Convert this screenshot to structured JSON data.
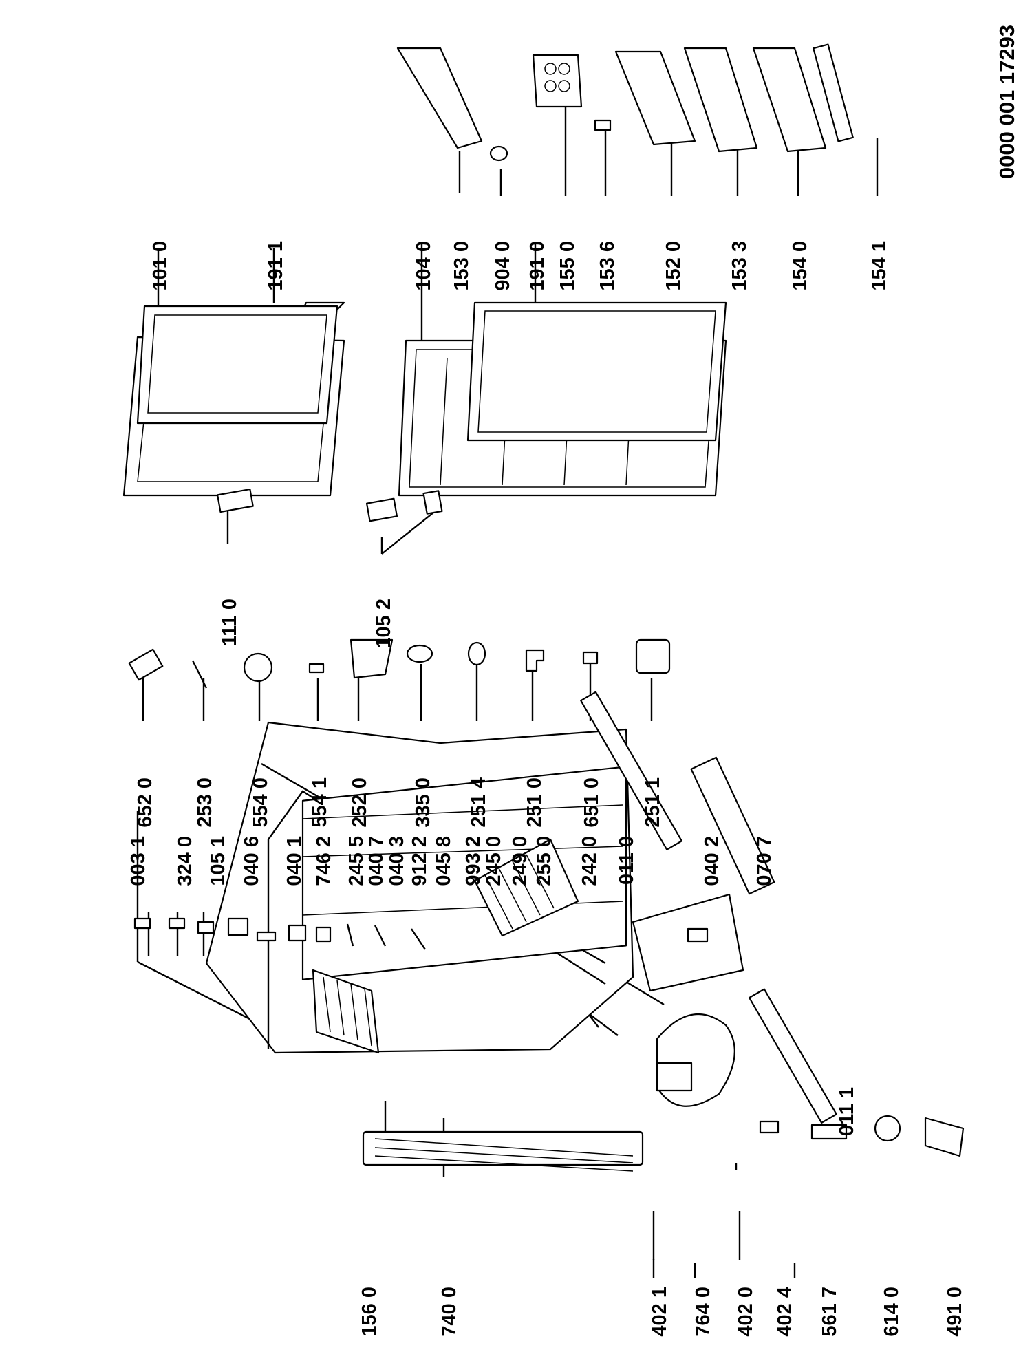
{
  "document_number": "0000 001 17293",
  "parts": [
    {
      "key": "p0031",
      "number": "003 1"
    },
    {
      "key": "p3240",
      "number": "324 0"
    },
    {
      "key": "p1051",
      "number": "105 1"
    },
    {
      "key": "p0406",
      "number": "040 6"
    },
    {
      "key": "p0401",
      "number": "040 1"
    },
    {
      "key": "p7462",
      "number": "746 2"
    },
    {
      "key": "p2455",
      "number": "245 5"
    },
    {
      "key": "p0407",
      "number": "040 7"
    },
    {
      "key": "p0403",
      "number": "040 3"
    },
    {
      "key": "p9122",
      "number": "912 2"
    },
    {
      "key": "p0458",
      "number": "045 8"
    },
    {
      "key": "p9932",
      "number": "993 2"
    },
    {
      "key": "p2450",
      "number": "245 0"
    },
    {
      "key": "p2490",
      "number": "249 0"
    },
    {
      "key": "p2550",
      "number": "255 0"
    },
    {
      "key": "p2420",
      "number": "242 0"
    },
    {
      "key": "p0110",
      "number": "011 0"
    },
    {
      "key": "p0402",
      "number": "040 2"
    },
    {
      "key": "p0707",
      "number": "070 7"
    },
    {
      "key": "p0111",
      "number": "011 1"
    },
    {
      "key": "p1560",
      "number": "156 0"
    },
    {
      "key": "p7400",
      "number": "740 0"
    },
    {
      "key": "p4021",
      "number": "402 1"
    },
    {
      "key": "p7640",
      "number": "764 0"
    },
    {
      "key": "p4020",
      "number": "402 0"
    },
    {
      "key": "p4024",
      "number": "402 4"
    },
    {
      "key": "p5617",
      "number": "561 7"
    },
    {
      "key": "p6140",
      "number": "614 0"
    },
    {
      "key": "p4910",
      "number": "491 0"
    },
    {
      "key": "p6520",
      "number": "652 0"
    },
    {
      "key": "p2530",
      "number": "253 0"
    },
    {
      "key": "p5540",
      "number": "554 0"
    },
    {
      "key": "p5541",
      "number": "554 1"
    },
    {
      "key": "p2520",
      "number": "252 0"
    },
    {
      "key": "p3350",
      "number": "335 0"
    },
    {
      "key": "p2514",
      "number": "251 4"
    },
    {
      "key": "p2510",
      "number": "251 0"
    },
    {
      "key": "p6510",
      "number": "651 0"
    },
    {
      "key": "p2511",
      "number": "251 1"
    },
    {
      "key": "p1110",
      "number": "111 0"
    },
    {
      "key": "p1052",
      "number": "105 2"
    },
    {
      "key": "p1010",
      "number": "101 0"
    },
    {
      "key": "p1911",
      "number": "191 1"
    },
    {
      "key": "p1040",
      "number": "104 0"
    },
    {
      "key": "p1530",
      "number": "153 0"
    },
    {
      "key": "p9040",
      "number": "904 0"
    },
    {
      "key": "p1910",
      "number": "191 0"
    },
    {
      "key": "p1550",
      "number": "155 0"
    },
    {
      "key": "p1536",
      "number": "153 6"
    },
    {
      "key": "p1520",
      "number": "152 0"
    },
    {
      "key": "p1533",
      "number": "153 3"
    },
    {
      "key": "p1540",
      "number": "154 0"
    },
    {
      "key": "p1541",
      "number": "154 1"
    }
  ]
}
